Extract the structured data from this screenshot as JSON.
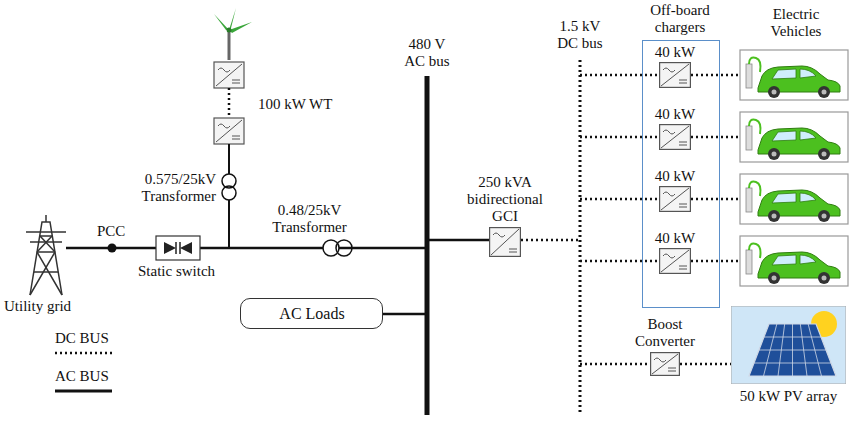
{
  "diagram": {
    "nodes": [
      {
        "text": [
          "AC Loads"
        ]
      },
      {
        "text": [
          "Off-board chargers"
        ]
      },
      {
        "text": [
          "40 kW"
        ],
        "in": 1
      },
      {
        "text": [
          "40 kW"
        ],
        "in": 1
      },
      {
        "text": [
          "40 kW"
        ],
        "in": 1
      },
      {
        "text": [
          "40 kW"
        ],
        "in": 1
      },
      {
        "text": [
          "250 kVA bidirectional GCI"
        ]
      },
      {
        "text": [
          "Boost Converter"
        ]
      },
      {
        "text": [
          "50 kW PV array"
        ]
      }
    ],
    "edges": [
      {
        "from": 7,
        "to": 8,
        "arrow": "none"
      }
    ],
    "labels": [
      "Utility grid",
      "PCC",
      "Static switch",
      "0.575/25kV Transformer",
      "0.48/25kV Transformer",
      "100 kW WT",
      "480 V AC bus",
      "1.5 kV DC bus",
      "Electric Vehicles"
    ],
    "legend": [
      {
        "text": "DC BUS"
      },
      {
        "text": "AC BUS"
      }
    ]
  }
}
